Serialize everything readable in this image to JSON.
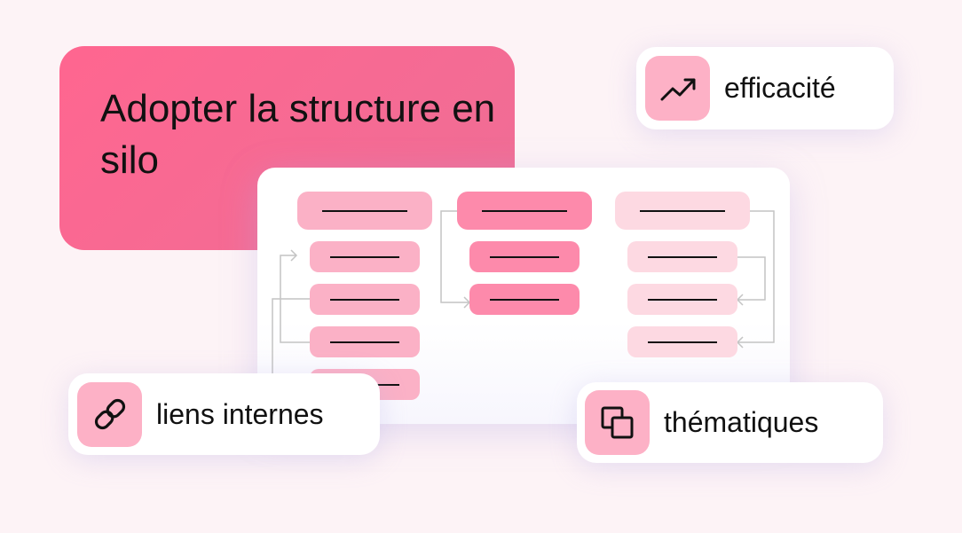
{
  "hero": {
    "title": "Adopter la structure en silo"
  },
  "badges": [
    {
      "label": "efficacité",
      "icon": "trending-up-icon"
    },
    {
      "label": "liens internes",
      "icon": "link-icon"
    },
    {
      "label": "thématiques",
      "icon": "overlapping-squares-icon"
    }
  ],
  "colors": {
    "hero": "#ff6690",
    "silo1": "#fbb1c6",
    "silo2": "#fd8aab",
    "silo3": "#fdd9e2",
    "icon_bg": "#fdb1c6"
  }
}
